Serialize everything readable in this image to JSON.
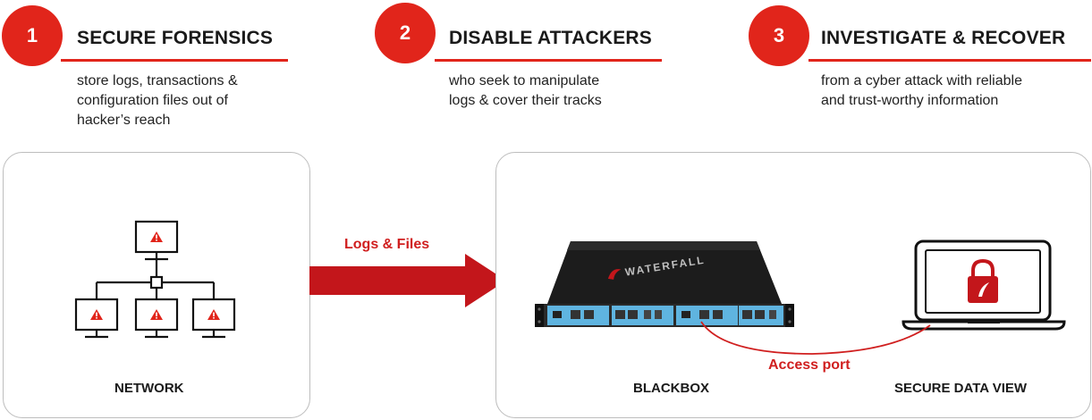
{
  "steps": [
    {
      "number": "1",
      "title": "SECURE FORENSICS",
      "desc_lines": [
        "store logs, transactions  &",
        "configuration files out of",
        "hacker’s reach"
      ]
    },
    {
      "number": "2",
      "title": "DISABLE ATTACKERS",
      "desc_lines": [
        "who seek to manipulate",
        "logs & cover their tracks"
      ]
    },
    {
      "number": "3",
      "title": "INVESTIGATE  & RECOVER",
      "desc_lines": [
        "from a cyber attack  with reliable",
        "and trust-worthy information"
      ]
    }
  ],
  "flow": {
    "arrow_label": "Logs & Files",
    "port_label": "Access port"
  },
  "panels": {
    "network_label": "NETWORK",
    "blackbox_label": "BLACKBOX",
    "secure_view_label": "SECURE DATA VIEW"
  },
  "device": {
    "brand": "WATERFALL"
  },
  "colors": {
    "accent": "#e1251b",
    "arrow": "#c3161b",
    "panel_border": "#bdbdbd",
    "device_body": "#1c1c1c",
    "device_module": "#5fb4e0"
  }
}
